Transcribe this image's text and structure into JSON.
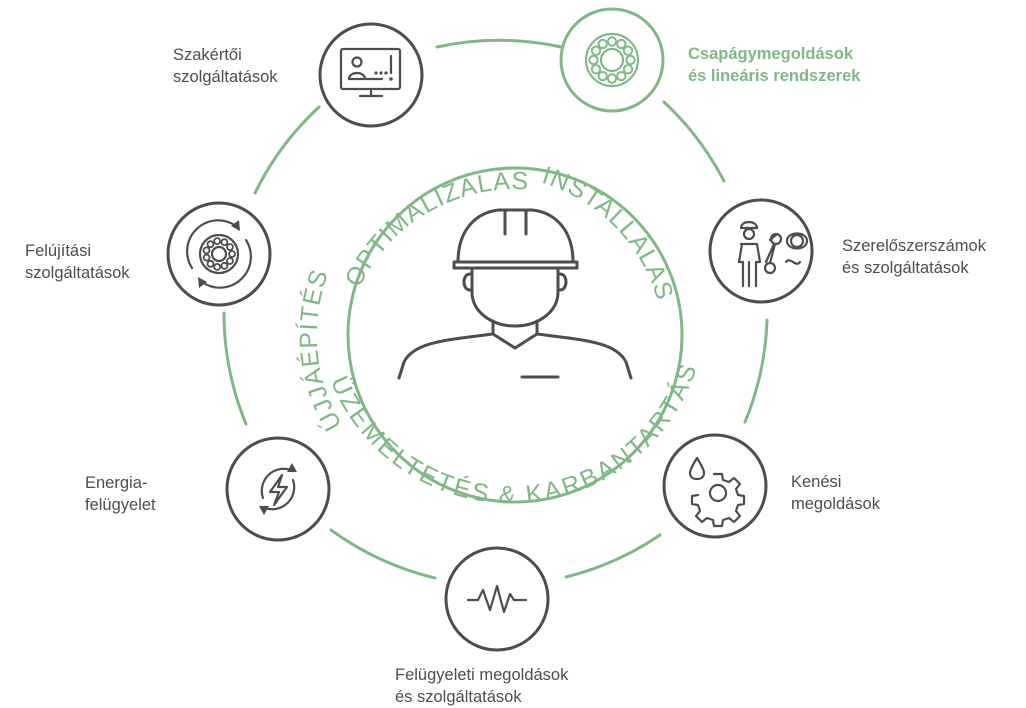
{
  "colors": {
    "accent_green": "#7fb886",
    "dark_gray": "#4d4d4d",
    "background": "#ffffff"
  },
  "center": {
    "icon": "engineer-hard-hat-icon"
  },
  "phases": {
    "optimization": "OPTIMALIZÁLÁS",
    "installation": "INSTALLÁLÁS",
    "operation": "ÜZEMELTETÉS & KARBANTARTÁS",
    "rebuild": "ÚJJÁÉPÍTÉS"
  },
  "services": [
    {
      "icon": "expert-presentation-icon",
      "line1": "Szakértői",
      "line2": "szolgáltatások",
      "active": false
    },
    {
      "icon": "bearing-icon",
      "line1": "Csapágymegoldások",
      "line2": "és lineáris rendszerek",
      "active": true
    },
    {
      "icon": "mechanic-tools-icon",
      "line1": "Szerelőszerszámok",
      "line2": "és szolgáltatások",
      "active": false
    },
    {
      "icon": "lubrication-gear-icon",
      "line1": "Kenési",
      "line2": "megoldások",
      "active": false
    },
    {
      "icon": "monitoring-waveform-icon",
      "line1": "Felügyeleti megoldások",
      "line2": "és szolgáltatások",
      "active": false
    },
    {
      "icon": "energy-monitoring-icon",
      "line1": "Energia-",
      "line2": "felügyelet",
      "active": false
    },
    {
      "icon": "remanufacturing-bearing-icon",
      "line1": "Felújítási",
      "line2": "szolgáltatások",
      "active": false
    }
  ]
}
